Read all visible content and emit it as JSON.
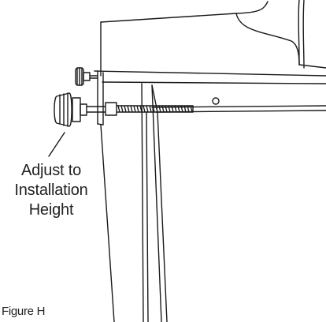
{
  "callout": {
    "line1": "Adjust to",
    "line2": "Installation",
    "line3": "Height"
  },
  "caption": "Figure H",
  "colors": {
    "line": "#1a1a1a",
    "background": "#ffffff"
  }
}
